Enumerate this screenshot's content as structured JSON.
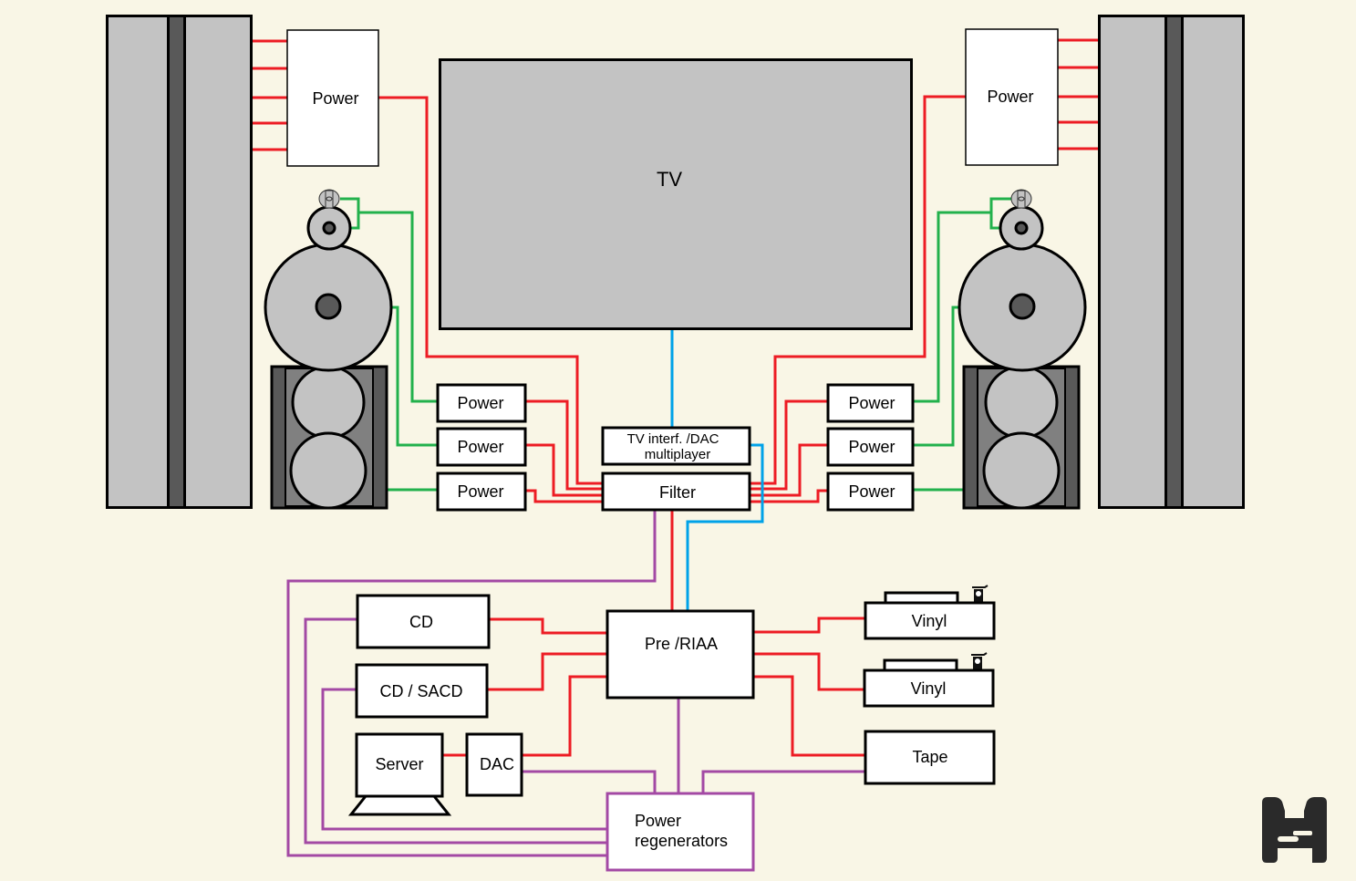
{
  "diagram": {
    "title": "",
    "tv": {
      "label": "TV"
    },
    "power_top_left": {
      "label": "Power"
    },
    "power_top_right": {
      "label": "Power"
    },
    "power_left": [
      {
        "label": "Power"
      },
      {
        "label": "Power"
      },
      {
        "label": "Power"
      }
    ],
    "power_right": [
      {
        "label": "Power"
      },
      {
        "label": "Power"
      },
      {
        "label": "Power"
      }
    ],
    "tv_interface": {
      "line1": "TV interf. /DAC",
      "line2": "multiplayer"
    },
    "filter": {
      "label": "Filter"
    },
    "preamp": {
      "label": "Pre /RIAA"
    },
    "sources_left": [
      {
        "label": "CD"
      },
      {
        "label": "CD / SACD"
      },
      {
        "label": "Server"
      },
      {
        "label": "DAC"
      }
    ],
    "sources_right": [
      {
        "label": "Vinyl"
      },
      {
        "label": "Vinyl"
      },
      {
        "label": "Tape"
      }
    ],
    "power_regenerators": {
      "line1": "Power",
      "line2": "regenerators"
    },
    "logo": {
      "name": "brand-logo"
    },
    "colors": {
      "background": "#f9f6e6",
      "power_wire": "#ed1c24",
      "speaker_wire": "#22b14c",
      "video_wire": "#00a2e8",
      "mains_wire": "#a349a4",
      "panel_grey": "#c3c3c3",
      "dark_grey": "#595959"
    },
    "legend_semantics": {
      "red": "signal/power amplifier connections",
      "green": "speaker connections",
      "blue": "digital/video link",
      "purple": "mains from power regenerators"
    }
  }
}
